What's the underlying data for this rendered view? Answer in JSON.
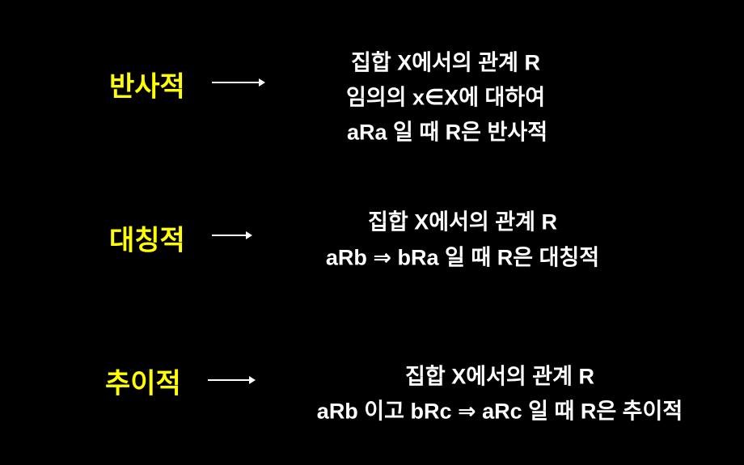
{
  "colors": {
    "background": "#000000",
    "term": "#ffff00",
    "text": "#ffffff"
  },
  "sections": [
    {
      "term": "반사적",
      "lines": [
        "집합 X에서의 관계 R",
        "임의의 x∈X에 대하여",
        "aRa 일 때 R은 반사적"
      ]
    },
    {
      "term": "대칭적",
      "lines": [
        "집합 X에서의 관계 R",
        "aRb ⇒ bRa 일 때 R은 대칭적"
      ]
    },
    {
      "term": "추이적",
      "lines": [
        "집합 X에서의 관계 R",
        "aRb 이고 bRc ⇒ aRc 일 때 R은 추이적"
      ]
    }
  ]
}
